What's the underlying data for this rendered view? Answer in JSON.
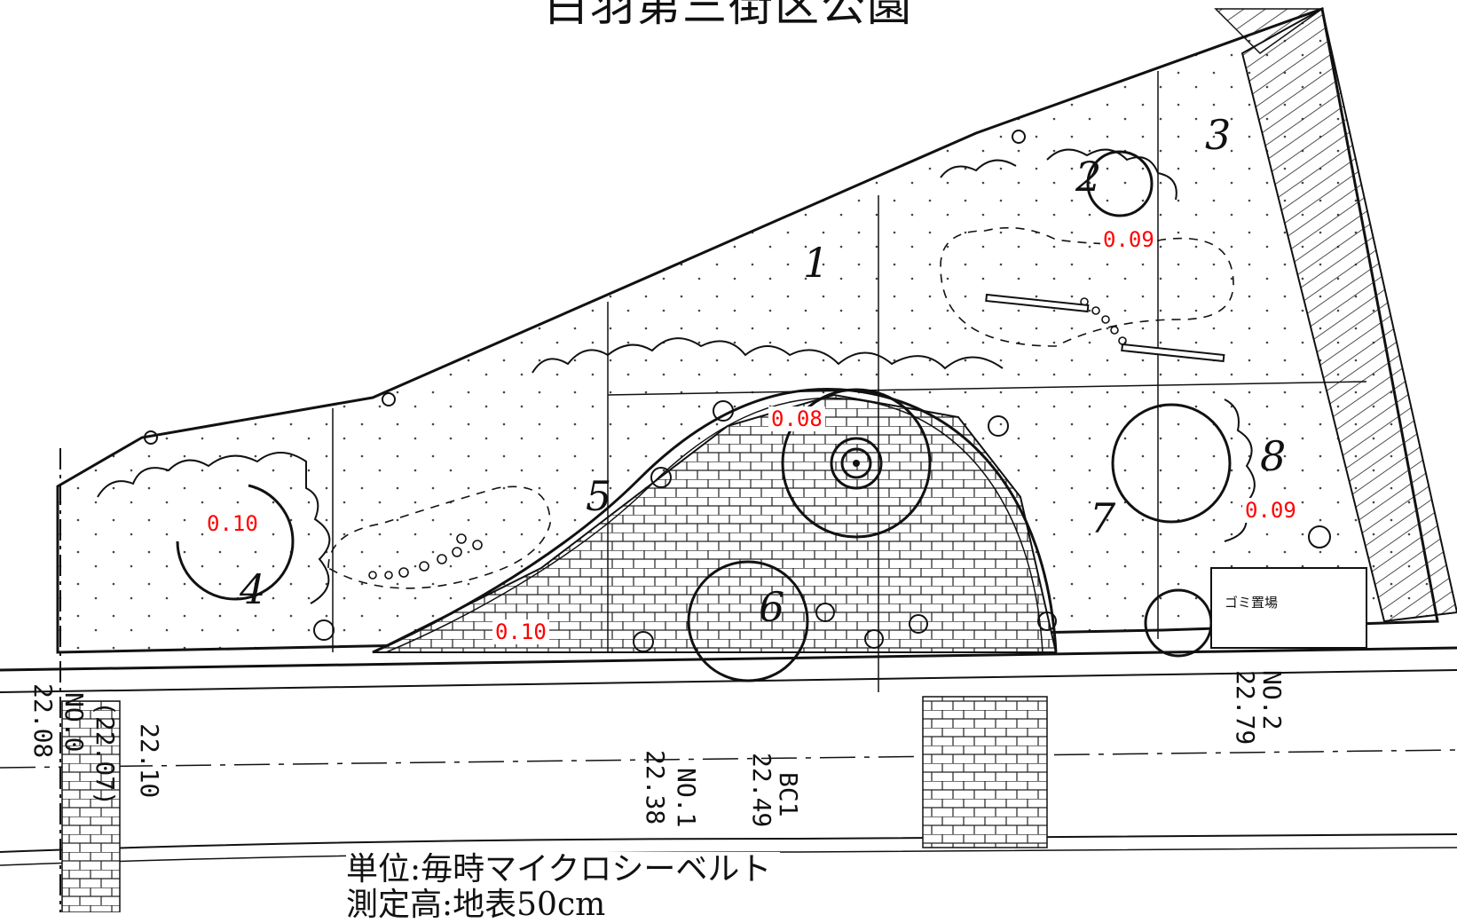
{
  "title": "白羽第三街区公園",
  "units": "単位:毎時マイクロシーベルト",
  "height": "測定高:地表50cm",
  "readings": [
    "0.10",
    "0.08",
    "0.09",
    "0.09",
    "0.10"
  ],
  "facility_label": "ゴミ置場",
  "stations": [
    "22.08",
    "NO.0",
    "(22.07)",
    "22.10",
    "22.38",
    "NO.1",
    "22.49",
    "BC1",
    "22.79",
    "NO.2"
  ],
  "zone_numbers": [
    "1",
    "2",
    "3",
    "4",
    "5",
    "6",
    "7",
    "8"
  ]
}
